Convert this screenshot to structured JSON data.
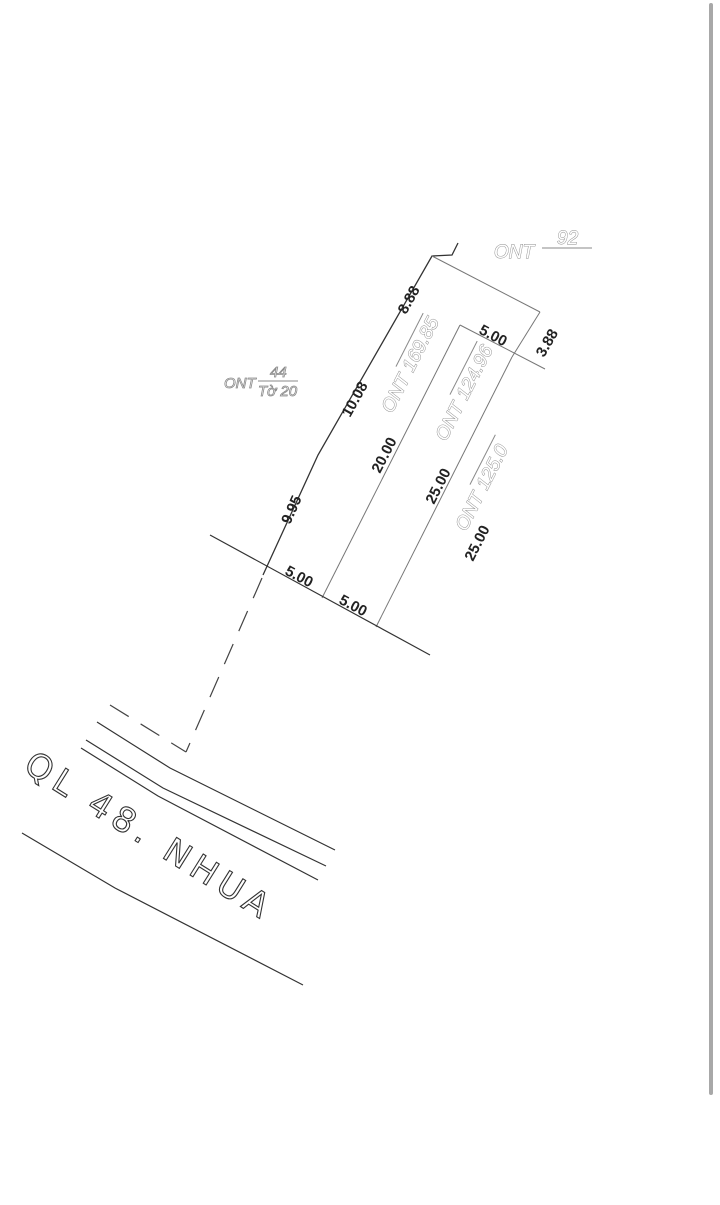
{
  "drawing": {
    "parcel_labels": {
      "top_right": {
        "code": "ONT",
        "number": "92"
      },
      "left": {
        "code": "ONT",
        "numerator": "44",
        "denominator": "Tờ 20"
      },
      "lot_a": {
        "code": "ONT",
        "area": "169.85"
      },
      "lot_b": {
        "code": "ONT",
        "area": "124.96"
      },
      "lot_c": {
        "code": "ONT",
        "area": "125.0"
      }
    },
    "dimensions": {
      "left_top_edge": "8.88",
      "left_mid_edge": "10.08",
      "left_bottom_edge": "9.95",
      "top_right_short": "3.88",
      "inner_top_width": "5.00",
      "lot_a_depth": "20.00",
      "lot_b_depth": "25.00",
      "lot_c_depth": "25.00",
      "front_width_1": "5.00",
      "front_width_2": "5.00"
    },
    "road_label": "QL 48. NHUA"
  },
  "colors": {
    "line_dark": "#333333",
    "line_light": "#8a8a8a",
    "scrollbar": "#a8a8a8"
  }
}
